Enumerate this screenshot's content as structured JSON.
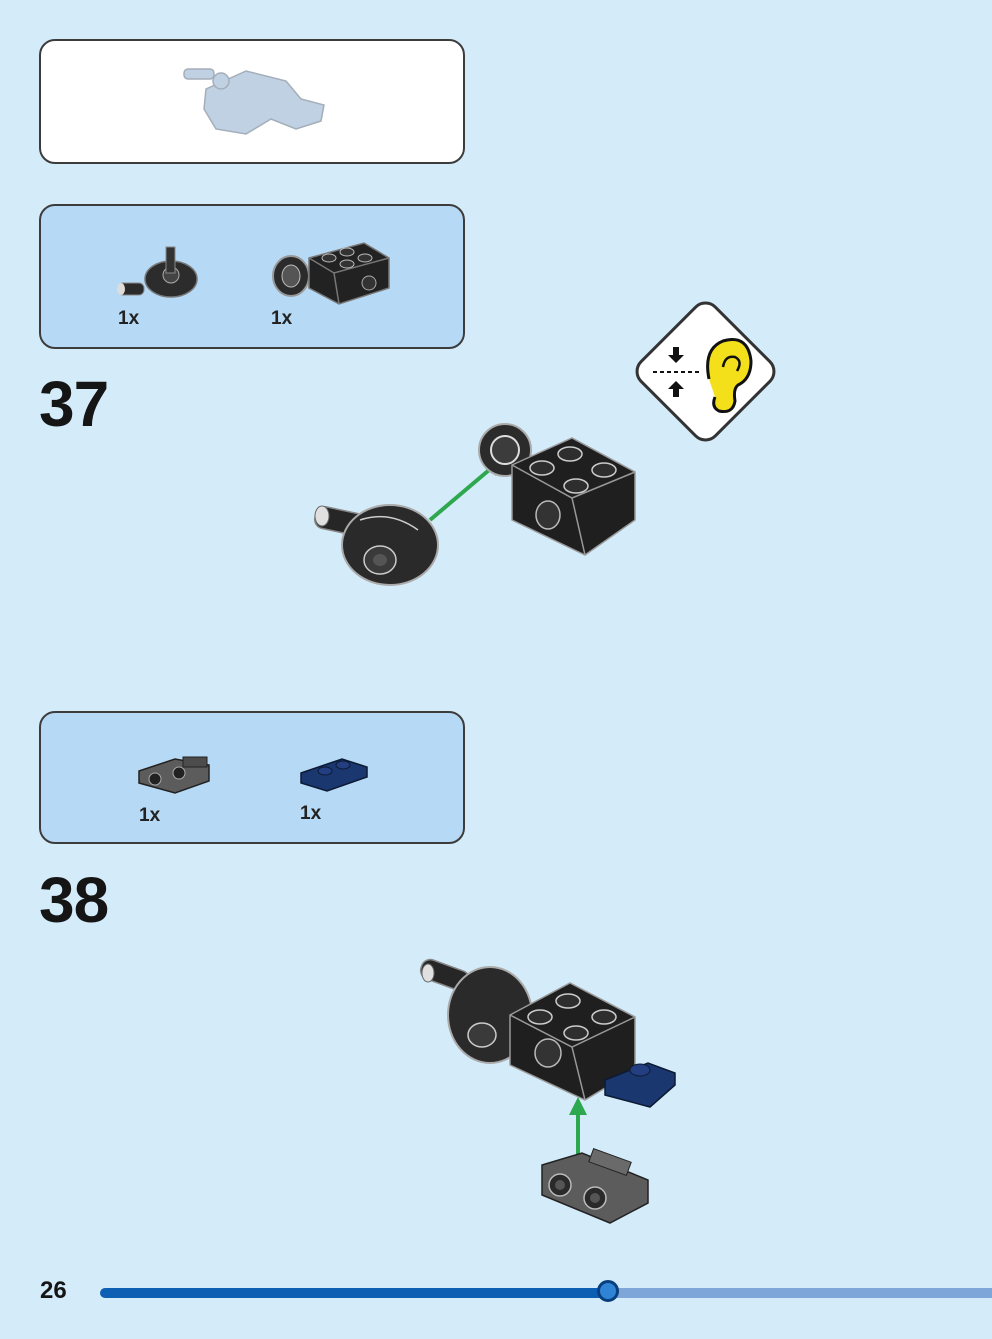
{
  "preview": {
    "icon": "assembled-model-ghost-icon"
  },
  "step37": {
    "number": "37",
    "parts": [
      {
        "qty": "1x",
        "icon": "ball-joint-piece-icon",
        "color": "#222222"
      },
      {
        "qty": "1x",
        "icon": "brick-with-socket-icon",
        "color": "#222222"
      }
    ],
    "hint_icon": "listen-for-click-icon",
    "arrow_color": "#2ea84e"
  },
  "step38": {
    "number": "38",
    "parts": [
      {
        "qty": "1x",
        "icon": "grey-bracket-plate-icon",
        "color": "#5a5a5a"
      },
      {
        "qty": "1x",
        "icon": "blue-plate-1x2-icon",
        "color": "#1b3770"
      }
    ]
  },
  "footer": {
    "page_number": "26",
    "progress": 0.57,
    "progress_color": "#0d5fb4",
    "track_color": "#7ea6d9"
  }
}
